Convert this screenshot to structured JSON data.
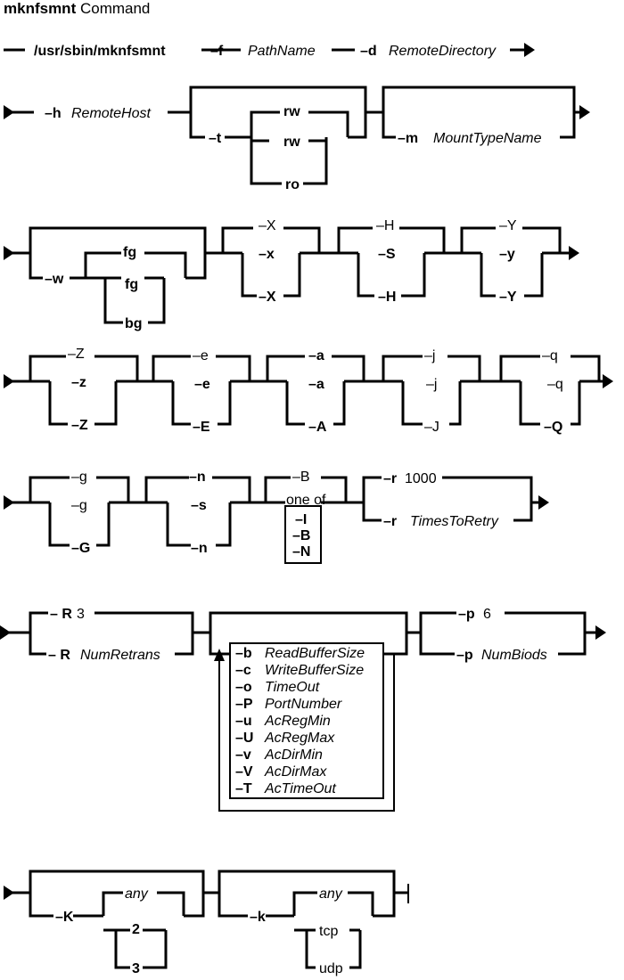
{
  "title": {
    "name": "mknfsmnt",
    "suffix": " Command"
  },
  "row1": {
    "cmd": "/usr/sbin/mknfsmnt",
    "f_flag": "–f",
    "f_arg": "PathName",
    "d_flag": "–d",
    "d_arg": "RemoteDirectory"
  },
  "row2": {
    "h_flag": "–h",
    "h_arg": "RemoteHost",
    "rw_default": "rw",
    "t_flag": "–t",
    "rw_option": "rw",
    "ro_option": "ro",
    "m_flag": "–m",
    "m_arg": "MountTypeName"
  },
  "row3": {
    "fg_default": "fg",
    "w_flag": "–w",
    "fg_option": "fg",
    "bg_option": "bg",
    "X_default": "–X",
    "x_option": "–x",
    "X_option": "–X",
    "H_default": "–H",
    "S_option": "–S",
    "H_option": "–H",
    "Y_default": "–Y",
    "y_option": "–y",
    "Y_option": "–Y"
  },
  "row4": {
    "Z_default": "–Z",
    "z_option": "–z",
    "Z_option": "–Z",
    "e_default": "–e",
    "e_option": "–e",
    "E_option": "–E",
    "a_default": "–a",
    "a_option": "–a",
    "A_option": "–A",
    "j_default": "–j",
    "j_option": "–j",
    "J_option": "–J",
    "q_default": "–q",
    "q_option": "–q",
    "Q_option": "–Q"
  },
  "row5": {
    "g_default": "–g",
    "g_option": "–g",
    "G_option": "–G",
    "n_default": "–n",
    "s_option": "–s",
    "n_option": "–n",
    "B_default": "–B",
    "one_of": "one of",
    "I_option": "–I",
    "B_option": "–B",
    "N_option": "–N",
    "r_flag_default": "–r",
    "r_default_value": "1000",
    "r_flag": "–r",
    "r_arg": "TimesToRetry"
  },
  "row6": {
    "R_flag_default": "– R",
    "R_default_value": "3",
    "R_flag": "– R",
    "R_arg": "NumRetrans",
    "opts": [
      {
        "flag": "–b",
        "arg": "ReadBufferSize"
      },
      {
        "flag": "–c",
        "arg": "WriteBufferSize"
      },
      {
        "flag": "–o",
        "arg": "TimeOut"
      },
      {
        "flag": "–P",
        "arg": "PortNumber"
      },
      {
        "flag": "–u",
        "arg": "AcRegMin"
      },
      {
        "flag": "–U",
        "arg": "AcRegMax"
      },
      {
        "flag": "–v",
        "arg": "AcDirMin"
      },
      {
        "flag": "–V",
        "arg": "AcDirMax"
      },
      {
        "flag": "–T",
        "arg": "AcTimeOut"
      }
    ],
    "p_flag_default": "–p",
    "p_default_value": "6",
    "p_flag": "–p",
    "p_arg": "NumBiods"
  },
  "row7": {
    "K_default": "any",
    "K_flag": "–K",
    "K_option_2": "2",
    "K_option_3": "3",
    "k_default": "any",
    "k_flag": "–k",
    "k_option_tcp": "tcp",
    "k_option_udp": "udp"
  }
}
